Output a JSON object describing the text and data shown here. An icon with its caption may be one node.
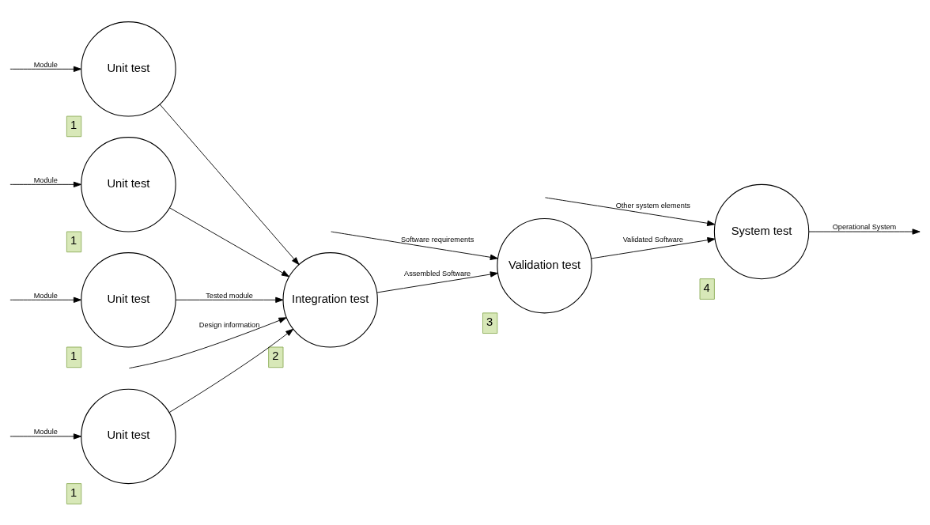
{
  "diagram": {
    "nodes": [
      {
        "text": [
          "Unit test"
        ],
        "beside": [
          "1"
        ]
      },
      {
        "text": [
          "Unit test"
        ],
        "beside": [
          "1"
        ]
      },
      {
        "text": [
          "Unit test"
        ],
        "beside": [
          "1"
        ]
      },
      {
        "text": [
          "Unit test"
        ],
        "beside": [
          "1"
        ]
      },
      {
        "text": [
          "Integration test"
        ],
        "beside": [
          "2"
        ]
      },
      {
        "text": [
          "Validation test"
        ],
        "beside": [
          "3"
        ]
      },
      {
        "text": [
          "System test"
        ],
        "beside": [
          "4"
        ]
      }
    ],
    "edges": [
      {
        "from": null,
        "to": 0,
        "arrow": "to",
        "label": "Module"
      },
      {
        "from": null,
        "to": 1,
        "arrow": "to",
        "label": "Module"
      },
      {
        "from": null,
        "to": 2,
        "arrow": "to",
        "label": "Module"
      },
      {
        "from": null,
        "to": 3,
        "arrow": "to",
        "label": "Module"
      },
      {
        "from": 0,
        "to": 4,
        "arrow": "to"
      },
      {
        "from": null,
        "to": 4,
        "arrow": "to",
        "label": "Design information"
      },
      {
        "from": 1,
        "to": 4,
        "arrow": "to"
      },
      {
        "from": 2,
        "to": 4,
        "arrow": "to"
      },
      {
        "from": 3,
        "to": 4,
        "arrow": "to",
        "label": "Tested module"
      },
      {
        "from": 4,
        "to": 5,
        "arrow": "to",
        "label": "Assembled Software"
      },
      {
        "from": null,
        "to": 5,
        "arrow": "to",
        "label": "Software requirements"
      },
      {
        "from": 5,
        "to": 6,
        "arrow": "to",
        "label": "Validated Software"
      },
      {
        "from": null,
        "to": 6,
        "arrow": "to",
        "label": "Other system elements"
      },
      {
        "from": 6,
        "to": null,
        "arrow": "to",
        "label": "Operational System"
      }
    ]
  }
}
